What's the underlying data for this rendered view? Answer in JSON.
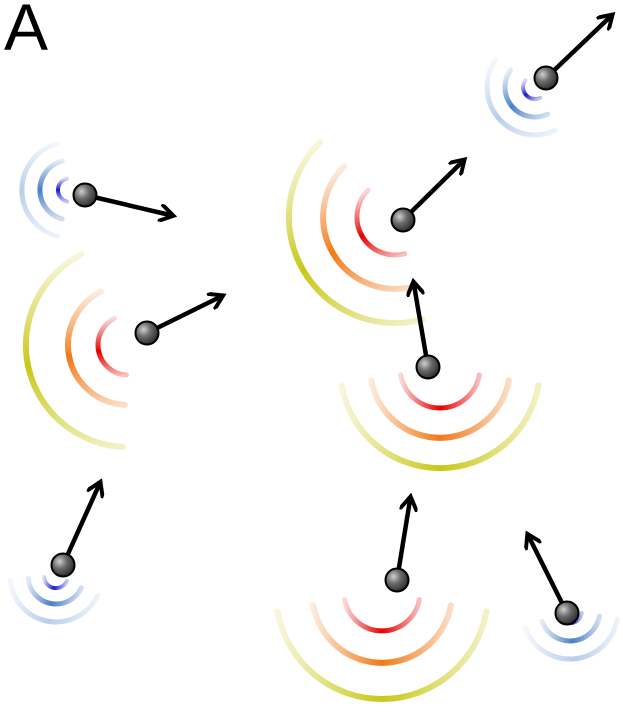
{
  "panel_label": "A",
  "colors": {
    "background": "#ffffff",
    "arrow": "#000000",
    "particle_body": "#555555",
    "particle_outline": "#000000",
    "signal_weak": [
      "#1a1ad0",
      "#4a7fc8",
      "#b8ccec"
    ],
    "signal_strong": [
      "#e60000",
      "#f07a18",
      "#c9c818"
    ]
  },
  "legend_semantics": {
    "blue_arcs": "weak-signal",
    "warm_arcs": "strong-signal"
  },
  "particles": [
    {
      "id": "p1",
      "signal": "weak"
    },
    {
      "id": "p2",
      "signal": "weak"
    },
    {
      "id": "p3",
      "signal": "strong"
    },
    {
      "id": "p4",
      "signal": "strong"
    },
    {
      "id": "p5",
      "signal": "strong"
    },
    {
      "id": "p6",
      "signal": "weak"
    },
    {
      "id": "p7",
      "signal": "strong"
    },
    {
      "id": "p8",
      "signal": "weak"
    }
  ]
}
